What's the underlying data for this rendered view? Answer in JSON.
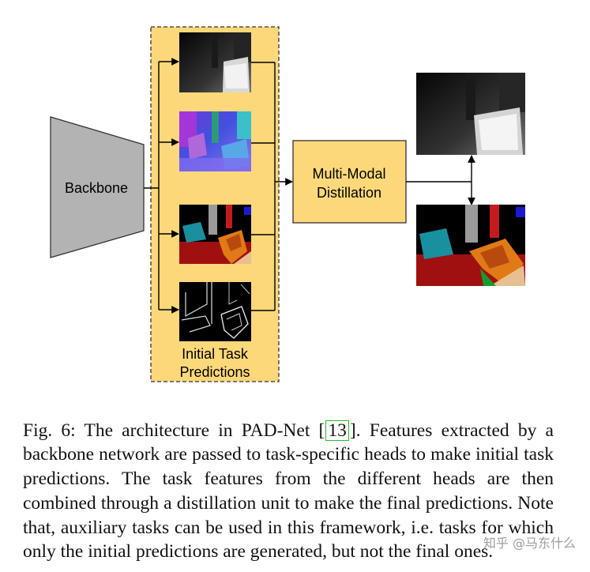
{
  "figure": {
    "backbone_label": "Backbone",
    "distillation_label_line1": "Multi-Modal",
    "distillation_label_line2": "Distillation",
    "initial_label_line1": "Initial Task",
    "initial_label_line2": "Predictions",
    "colors": {
      "panel_fill": "#fdd87a",
      "backbone_fill": "#b3b3b3",
      "distill_fill": "#fdd87a",
      "cite_border": "#22c022"
    },
    "thumbnails": [
      "depth-map",
      "surface-normals-map",
      "semantic-segmentation-map",
      "edge-map"
    ],
    "outputs": [
      "depth-output",
      "segmentation-output"
    ]
  },
  "caption": {
    "prefix": "Fig. 6: The architecture in PAD-Net [",
    "citation": "13",
    "suffix": "]. Features extracted by a backbone network are passed to task-specific heads to make initial task predictions. The task features from the different heads are then combined through a distillation unit to make the final predictions. Note that, auxiliary tasks can be used in this framework, i.e. tasks for which only the initial predictions are generated, but not the final ones."
  },
  "watermark": "知乎 @马东什么"
}
